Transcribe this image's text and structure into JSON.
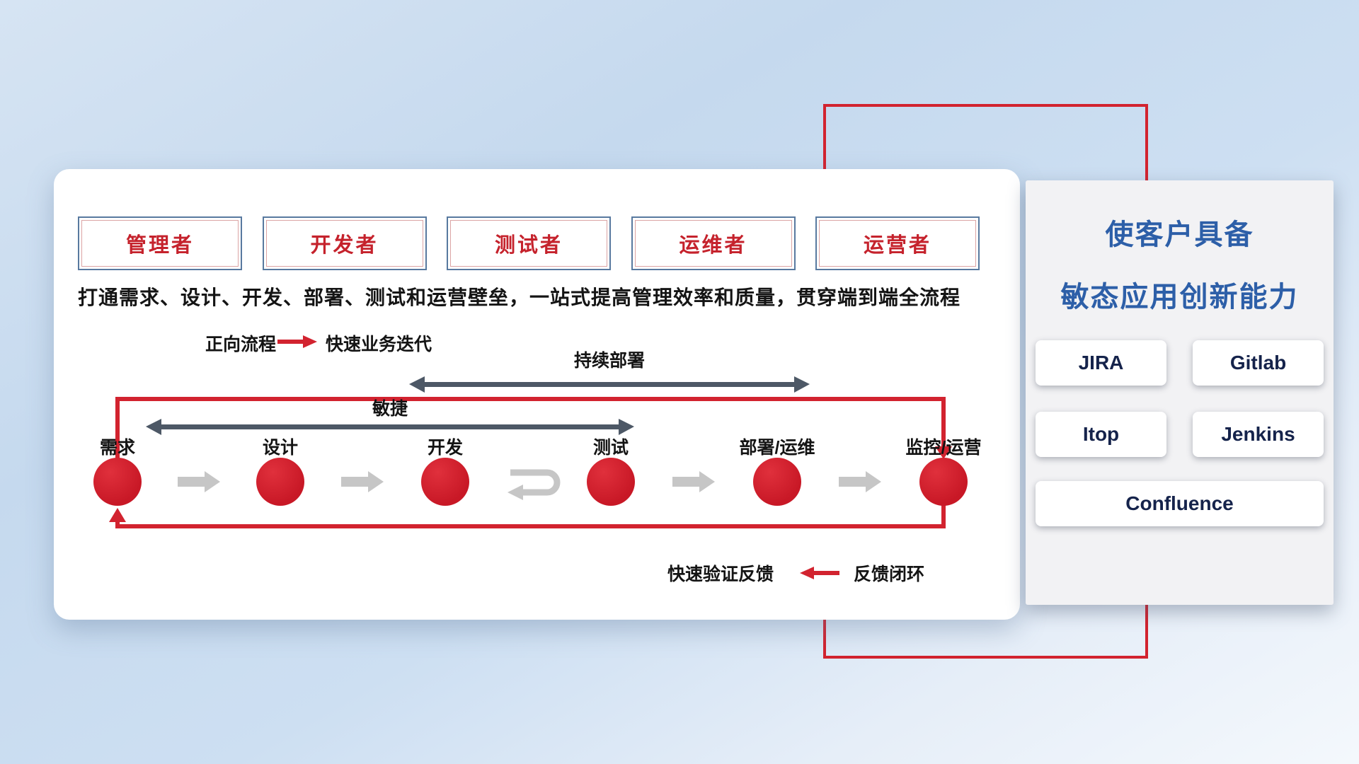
{
  "card": {
    "roles": [
      "管理者",
      "开发者",
      "测试者",
      "运维者",
      "运营者"
    ],
    "headline": "打通需求、设计、开发、部署、测试和运营壁垒，一站式提高管理效率和质量，贯穿端到端全流程",
    "forward_legend": {
      "label": "正向流程",
      "desc": "快速业务迭代"
    },
    "feedback_legend": {
      "desc": "快速验证反馈",
      "label": "反馈闭环"
    },
    "span_arrows": {
      "continuous_deploy": "持续部署",
      "agile": "敏捷"
    },
    "flow_nodes": [
      "需求",
      "设计",
      "开发",
      "测试",
      "部署/运维",
      "监控/运营"
    ]
  },
  "tools_panel": {
    "title_line1": "使客户具备",
    "title_line2": "敏态应用创新能力",
    "tools": [
      "JIRA",
      "Gitlab",
      "Itop",
      "Jenkins",
      "Confluence"
    ]
  },
  "icons": {
    "forward_arrow": "→",
    "feedback_arrow": "←",
    "step_arrow": "➜",
    "iteration_loop": "↩"
  },
  "colors": {
    "accent_red": "#d2232f",
    "title_blue": "#2d5fa8",
    "dark_arrow": "#4d5866",
    "light_arrow": "#c6c6c6",
    "role_border_blue": "#58799f",
    "role_text_red": "#c5222c"
  }
}
